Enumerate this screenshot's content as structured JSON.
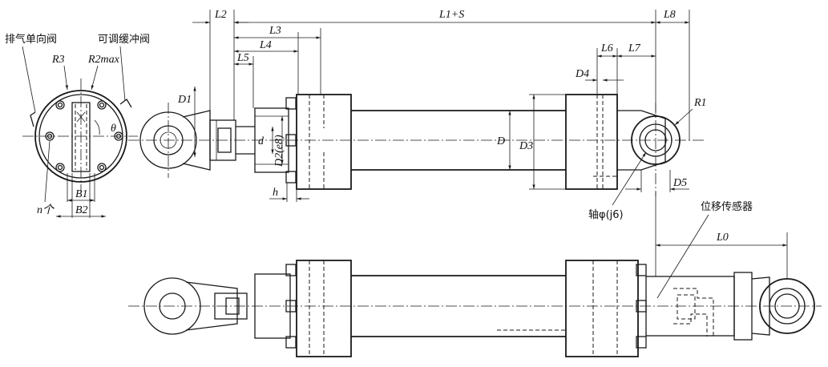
{
  "labels": {
    "exhaust_check_valve": "排气单向阀",
    "adjustable_cushion_valve": "可调缓冲阀",
    "R3": "R3",
    "R2max": "R2max",
    "theta": "θ",
    "n_count": "n个",
    "B1": "B1",
    "B2": "B2",
    "D1": "D1",
    "L2": "L2",
    "L3": "L3",
    "L4": "L4",
    "L5": "L5",
    "L1_S": "L1+S",
    "L8": "L8",
    "L6": "L6",
    "L7": "L7",
    "D4": "D4",
    "R1": "R1",
    "d": "d",
    "D2_e8": "D2(e8)",
    "D": "D",
    "D3": "D3",
    "h": "h",
    "D5": "D5",
    "shaft_j6": "轴φ(j6)",
    "displacement_sensor": "位移传感器",
    "L0": "L0"
  }
}
